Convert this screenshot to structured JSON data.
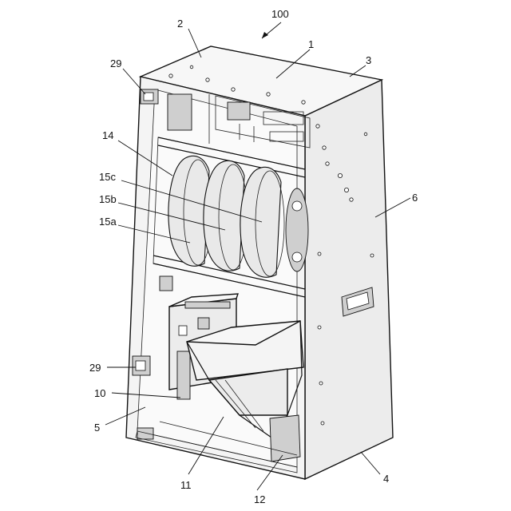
{
  "labels": {
    "assembly": "100",
    "top_panel": "2",
    "top_part": "1",
    "rear_edge": "3",
    "hinge_upper": "29",
    "reel_unit": "14",
    "reel_c": "15c",
    "reel_b": "15b",
    "reel_a": "15a",
    "side_panel": "6",
    "hinge_lower": "29",
    "control_board": "10",
    "bottom_frame": "5",
    "hopper": "11",
    "tray_part": "12",
    "base_corner": "4"
  }
}
